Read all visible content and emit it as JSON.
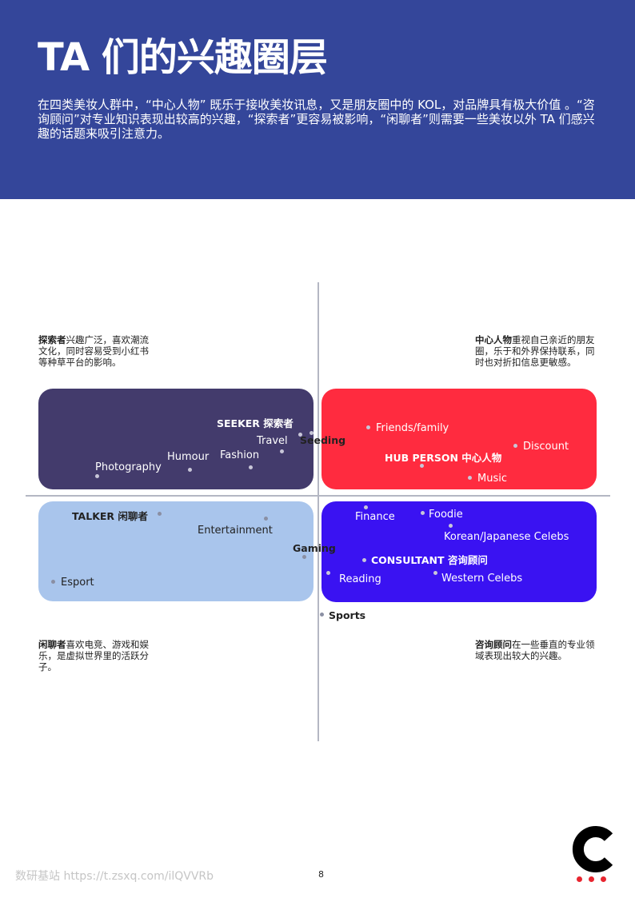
{
  "header": {
    "title": "TA 们的兴趣圈层",
    "intro": "在四类美妆人群中，“中心人物” 既乐于接收美妆讯息，又是朋友圈中的 KOL，对品牌具有极大价值 。“咨询顾问”对专业知识表现出较高的兴趣，“探索者”更容易被影响，“闲聊者”则需要一些美妆以外 TA 们感兴趣的话题来吸引注意力。"
  },
  "descriptions": {
    "seeker": {
      "bold": "探索者",
      "text": "兴趣广泛，喜欢潮流文化，同时容易受到小红书等种草平台的影响。"
    },
    "hub": {
      "bold": "中心人物",
      "text": "重视自己亲近的朋友圈，乐于和外界保持联系，同时也对折扣信息更敏感。"
    },
    "talker": {
      "bold": "闲聊者",
      "text": "喜欢电竞、游戏和娱乐，是虚拟世界里的活跃分子。"
    },
    "consultant": {
      "bold": "咨询顾问",
      "text": "在一些垂直的专业领域表现出较大的兴趣。"
    }
  },
  "quadrants": {
    "seeker": {
      "title": "SEEKER 探索者",
      "interests": [
        "Travel",
        "Fashion",
        "Humour",
        "Photography"
      ]
    },
    "hub": {
      "title": "HUB PERSON 中心人物",
      "interests": [
        "Friends/family",
        "Discount",
        "Music"
      ]
    },
    "talker": {
      "title": "TALKER 闲聊者",
      "interests": [
        "Entertainment",
        "Esport"
      ]
    },
    "consultant": {
      "title": "CONSULTANT 咨询顾问",
      "interests": [
        "Finance",
        "Foodie",
        "Korean/Japanese Celebs",
        "Reading",
        "Western Celebs"
      ]
    },
    "center": {
      "seeding": "Seeding",
      "gaming": "Gaming",
      "sports": "Sports"
    }
  },
  "colors": {
    "header_bg": "#34469a",
    "seeker_box": "#433b6c",
    "hub_box": "#ff2b3f",
    "talker_box": "#a9c5ec",
    "consultant_box": "#3a12f2",
    "logo_dots": "#e8252f"
  },
  "footer": {
    "watermark": "数研基站 https://t.zsxq.com/ilQVVRb",
    "page_number": "8",
    "logo_icon": "c-logo-icon"
  }
}
